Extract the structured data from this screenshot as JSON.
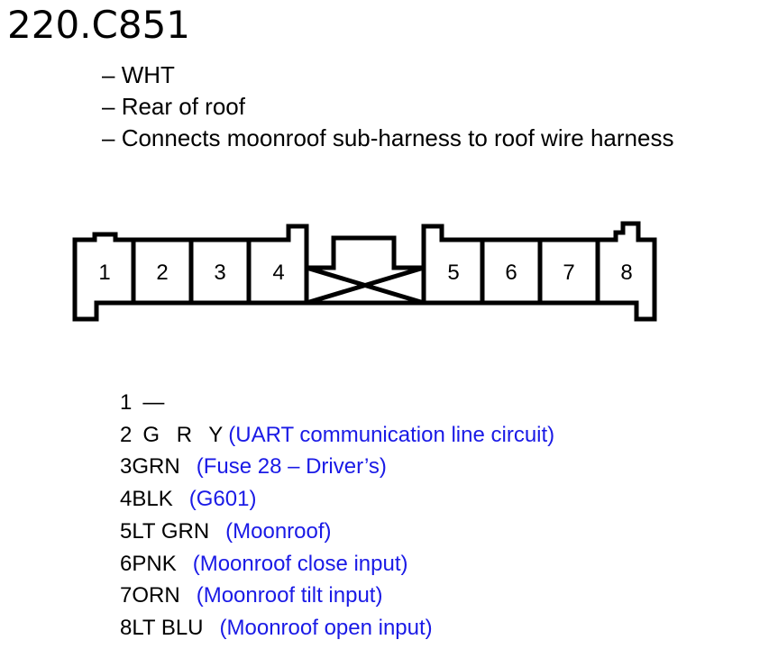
{
  "connector": {
    "id": "220.C851",
    "color": "WHT",
    "location": "Rear of roof",
    "description": "Connects moonroof sub-harness to roof wire harness"
  },
  "pins": [
    {
      "number": "1",
      "color": "—",
      "function": ""
    },
    {
      "number": "2",
      "color": "G R Y",
      "function": "(UART communication line circuit)"
    },
    {
      "number": "3",
      "color": "GRN",
      "function": "(Fuse 28 – Driver’s)"
    },
    {
      "number": "4",
      "color": "BLK",
      "function": "(G601)"
    },
    {
      "number": "5",
      "color": "LT GRN",
      "function": "(Moonroof)"
    },
    {
      "number": "6",
      "color": "PNK",
      "function": "(Moonroof close input)"
    },
    {
      "number": "7",
      "color": "ORN",
      "function": "(Moonroof tilt input)"
    },
    {
      "number": "8",
      "color": "LT BLU",
      "function": "(Moonroof open input)"
    }
  ],
  "colors": {
    "function_text": "#1a1ae6",
    "ink": "#000000"
  }
}
